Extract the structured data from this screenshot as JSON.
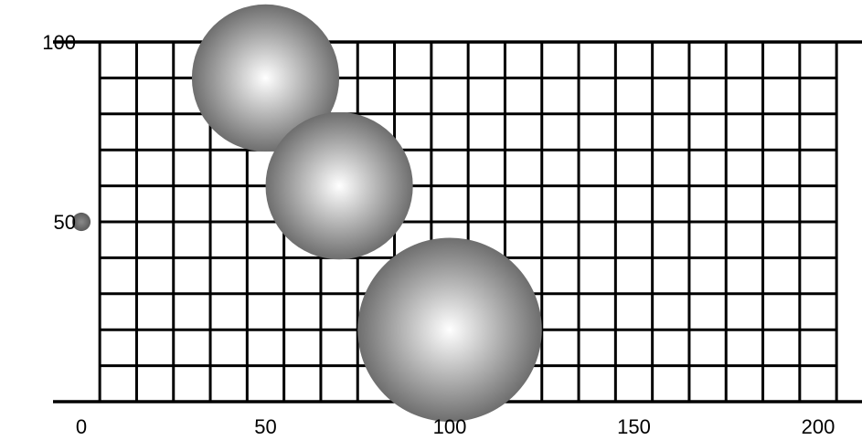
{
  "chart_data": {
    "type": "scatter",
    "title": "",
    "xlabel": "",
    "ylabel": "",
    "xlim": [
      0,
      200
    ],
    "ylim": [
      0,
      100
    ],
    "grid": true,
    "x_ticks": [
      {
        "value": 0,
        "label": "0"
      },
      {
        "value": 50,
        "label": "50"
      },
      {
        "value": 100,
        "label": "100"
      },
      {
        "value": 150,
        "label": "150"
      },
      {
        "value": 200,
        "label": "200"
      }
    ],
    "y_ticks": [
      {
        "value": 50,
        "label": "50"
      },
      {
        "value": 100,
        "label": "100"
      }
    ],
    "series": [
      {
        "points": [
          {
            "x": 50,
            "y": 90,
            "size": 40
          },
          {
            "x": 70,
            "y": 60,
            "size": 40
          },
          {
            "x": 100,
            "y": 20,
            "size": 50
          },
          {
            "x": 0,
            "y": 50,
            "size": 5
          }
        ]
      }
    ],
    "colors": {
      "bubble_light": "#ffffff",
      "bubble_dark": "#6e6e6e",
      "grid": "#000000"
    }
  }
}
